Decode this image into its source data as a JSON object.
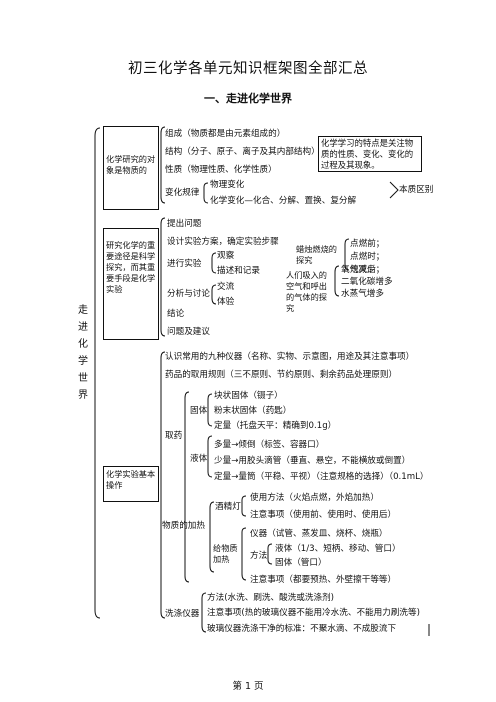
{
  "page": {
    "title": "初三化学各单元知识框架图全部汇总",
    "section": "一、走进化学世界",
    "root": "走进化学世界",
    "footer": "第 1 页"
  },
  "block1": {
    "label": "化学研究的对象是物质的",
    "items": [
      "组成（物质都是由元素组成的）",
      "结构（分子、原子、离子及其内部结构）",
      "性质（物理性质、化学性质）",
      "变化规律"
    ],
    "note": "化学学习的特点是关注物质的性质、变化、变化的过程及其现象。",
    "change": [
      "物理变化",
      "化学变化—化合、分解、置换、复分解"
    ],
    "change_diff": "本质区别"
  },
  "block2": {
    "label": "研究化学的重要途径是科学探究，而其重要手段是化学实验",
    "steps": [
      "提出问题",
      "设计实验方案，确定实验步骤",
      "进行实验",
      "分析与讨论",
      "结论",
      "问题及建议"
    ],
    "exp_sub": [
      "观察",
      "描述和记录"
    ],
    "disc_sub": [
      "交流",
      "体验"
    ],
    "candle": "蜡烛燃烧的探究",
    "candle_items": [
      "点燃前；",
      "点燃时；",
      "熄灭后；"
    ],
    "breath": "人们吸入的空气和呼出的气体的探究",
    "breath_items": [
      "氧气减少",
      "二氧化碳增多",
      "水蒸气增多"
    ]
  },
  "block3": {
    "label": "化学实验基本操作",
    "l1": "认识常用的九种仪器（名称、实物、示意图，用途及其注意事项）",
    "l2": "药品的取用规则（三不原则、节约原则、剩余药品处理原则）",
    "take": "取药",
    "solid": "固体",
    "solid_items": [
      "块状固体（镊子）",
      "粉末状固体（药匙）",
      "定量（托盘天平：精确到0.1g）"
    ],
    "liquid": "液体",
    "liquid_items": [
      "多量→倾倒（标签、容器口）",
      "少量→用胶头滴管（垂直、悬空，不能横放或倒置）",
      "定量→量筒（平稳、平视）（注意规格的选择）（0.1mL）"
    ],
    "heat": "物质的加热",
    "lamp": "酒精灯",
    "lamp_items": [
      "使用方法（火焰点燃，外焰加热）",
      "注意事项（使用前、使用时、使用后）"
    ],
    "heat_obj": "给物质加热",
    "heat_items": [
      "仪器（试管、蒸发皿、烧杯、烧瓶）",
      "方法",
      "注意事项（都要预热、外壁擦干等等）"
    ],
    "method_items": [
      "液体（1/3、短柄、移动、管口）",
      "固体（管口）"
    ],
    "wash": "洗涤仪器",
    "wash_items": [
      "方法(水洗、刷洗、酸洗或洗涤剂)",
      "注意事项(热的玻璃仪器不能用冷水洗、不能用力刷洗等)",
      "玻璃仪器洗涤干净的标准：不聚水滴、不成股流下"
    ]
  }
}
